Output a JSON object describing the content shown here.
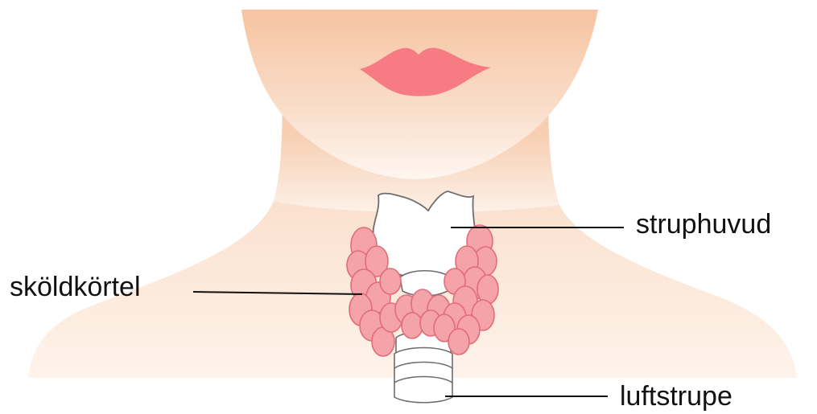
{
  "labels": {
    "larynx": "struphuvud",
    "thyroid": "sköldkörtel",
    "trachea": "luftstrupe"
  },
  "colors": {
    "skin_light": "#fdf3ec",
    "skin": "#f6c8a7",
    "skin_dark": "#f3b894",
    "lips": "#f67b83",
    "thyroid_fill": "#f4a3a9",
    "thyroid_stroke": "#e26c78",
    "cartilage": "#ffffff",
    "cartilage_stroke": "#6e6e6e",
    "leader_line": "#111111"
  }
}
